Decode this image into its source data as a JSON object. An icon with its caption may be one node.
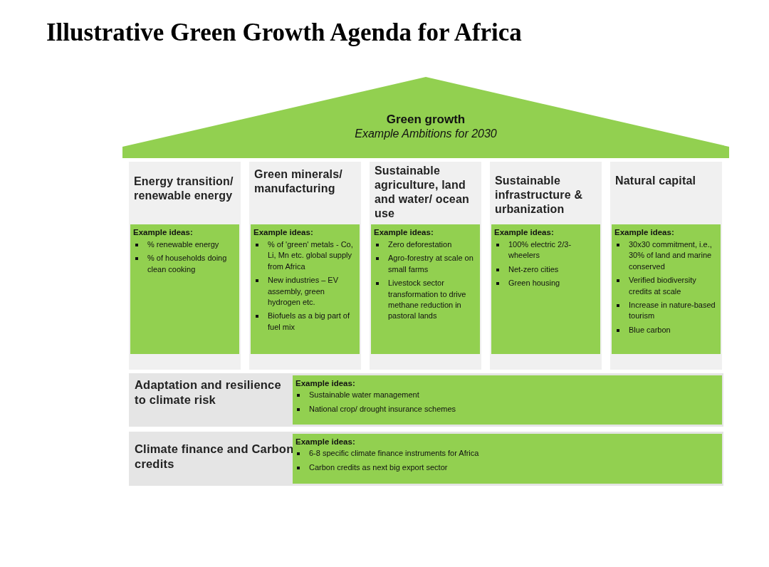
{
  "diagram": {
    "title": "Illustrative Green Growth Agenda for Africa",
    "nodes": [
      {
        "text": [
          "Green growth",
          "Example Ambitions for 2030"
        ]
      },
      {
        "text": [
          "Energy transition/ renewable energy"
        ]
      },
      {
        "text": [
          "Example ideas:",
          "% renewable energy",
          "% of households doing clean cooking"
        ],
        "in": 1
      },
      {
        "text": [
          "Green minerals/ manufacturing"
        ]
      },
      {
        "text": [
          "Example ideas:",
          "% of 'green' metals - Co, Li, Mn etc. global supply from Africa",
          "New industries – EV assembly, green hydrogen etc.",
          "Biofuels as a big part of fuel mix"
        ],
        "in": 3
      },
      {
        "text": [
          "Sustainable agriculture, land and water/ ocean use"
        ]
      },
      {
        "text": [
          "Example ideas:",
          "Zero deforestation",
          "Agro-forestry at scale on small farms",
          "Livestock sector transformation to drive methane reduction in pastoral lands"
        ],
        "in": 5
      },
      {
        "text": [
          "Sustainable infrastructure & urbanization"
        ]
      },
      {
        "text": [
          "Example ideas:",
          "100% electric 2/3-wheelers",
          "Net-zero cities",
          "Green housing"
        ],
        "in": 7
      },
      {
        "text": [
          "Natural capital"
        ]
      },
      {
        "text": [
          "Example ideas:",
          "30x30 commitment, i.e., 30% of land and marine conserved",
          "Verified biodiversity credits at scale",
          "Increase in nature-based tourism",
          "Blue carbon"
        ],
        "in": 9
      },
      {
        "text": [
          "Adaptation and resilience to climate risk"
        ]
      },
      {
        "text": [
          "Example ideas:",
          "Sustainable water management",
          "National crop/ drought insurance schemes"
        ],
        "in": 11
      },
      {
        "text": [
          "Climate finance and Carbon credits"
        ]
      },
      {
        "text": [
          "Example ideas:",
          "6-8 specific climate finance instruments for Africa",
          "Carbon credits as next big export sector"
        ],
        "in": 13
      }
    ]
  }
}
